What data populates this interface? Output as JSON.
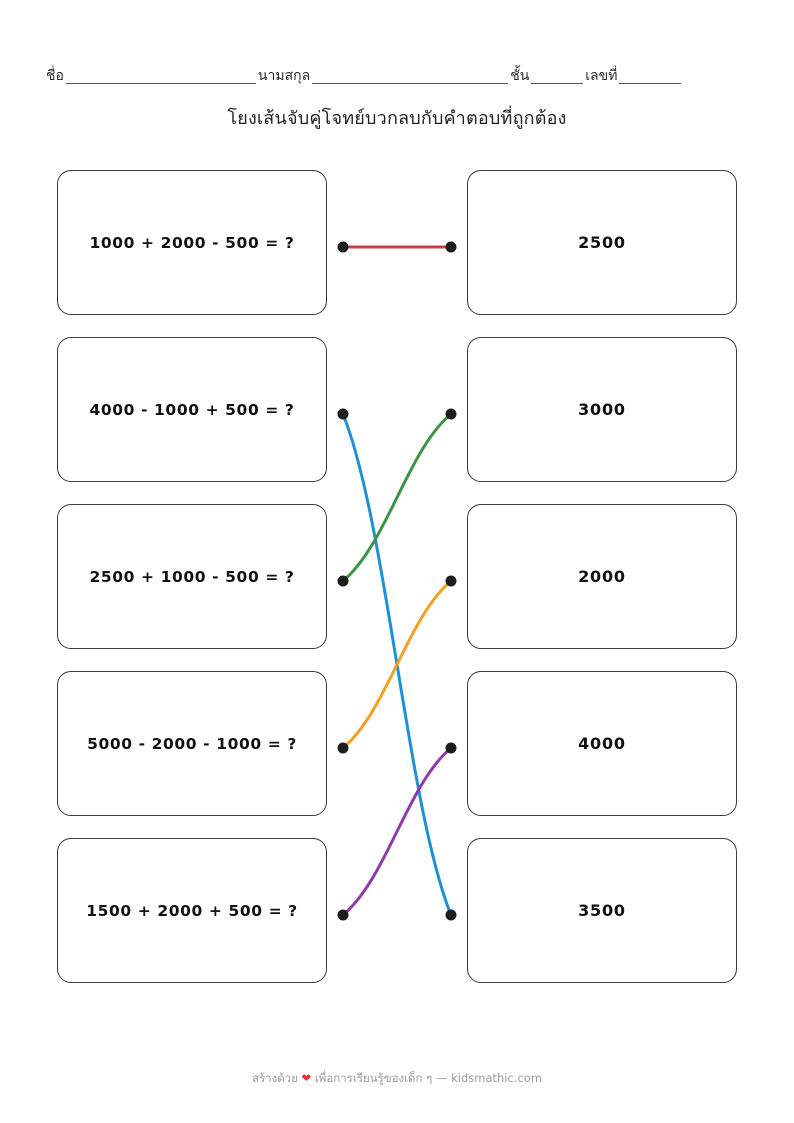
{
  "header": {
    "name_label": "ชื่อ",
    "surname_label": "นามสกุล",
    "class_label": "ชั้น",
    "number_label": "เลขที่",
    "name_value": "",
    "surname_value": "",
    "class_value": "",
    "number_value": ""
  },
  "title": "โยงเส้นจับคู่โจทย์บวกลบกับคำตอบที่ถูกต้อง",
  "problems": [
    {
      "text": "1000 + 2000 - 500 = ?"
    },
    {
      "text": "4000 - 1000 + 500 = ?"
    },
    {
      "text": "2500 + 1000 - 500 = ?"
    },
    {
      "text": "5000 - 2000 - 1000 = ?"
    },
    {
      "text": "1500 + 2000 + 500 = ?"
    }
  ],
  "answers": [
    {
      "text": "2500"
    },
    {
      "text": "3000"
    },
    {
      "text": "2000"
    },
    {
      "text": "4000"
    },
    {
      "text": "3500"
    }
  ],
  "connections": [
    {
      "from": 0,
      "to": 0,
      "color": "#c94242",
      "label": "1000 + 2000 - 500 = 2500"
    },
    {
      "from": 1,
      "to": 4,
      "color": "#2090d6",
      "label": "4000 - 1000 + 500 = 3500"
    },
    {
      "from": 2,
      "to": 1,
      "color": "#3d9447",
      "label": "2500 + 1000 - 500 = 3000"
    },
    {
      "from": 3,
      "to": 2,
      "color": "#f5a021",
      "label": "5000 - 2000 - 1000 = 2000"
    },
    {
      "from": 4,
      "to": 3,
      "color": "#8e3ba8",
      "label": "1500 + 2000 + 500 = 4000"
    }
  ],
  "dot_color": "#1d1d1d",
  "footer": {
    "prefix": "สร้างด้วย",
    "heart": "❤",
    "suffix": "เพื่อการเรียนรู้ของเด็ก ๆ — kidsmathic.com"
  }
}
